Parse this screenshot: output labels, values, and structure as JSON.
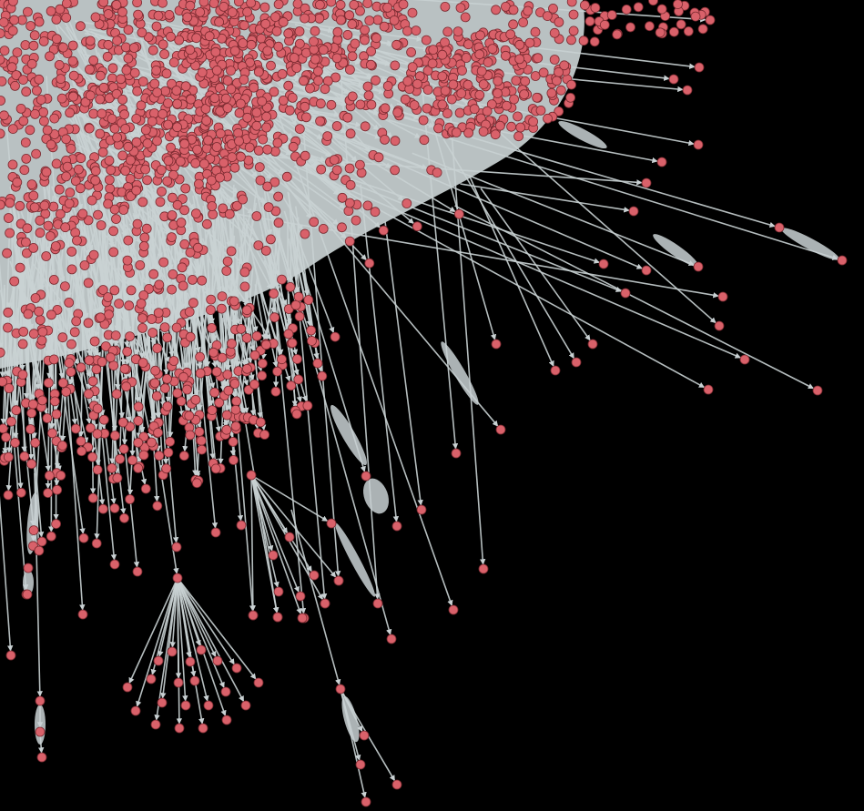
{
  "graph": {
    "type": "directed-network",
    "colors": {
      "background": "#000000",
      "node_fill": "#d9616a",
      "node_stroke": "#7a2a30",
      "edge": "#c9d1d3",
      "top_border": "#6b6b52"
    },
    "node_radius": 5,
    "seed": 42
  }
}
